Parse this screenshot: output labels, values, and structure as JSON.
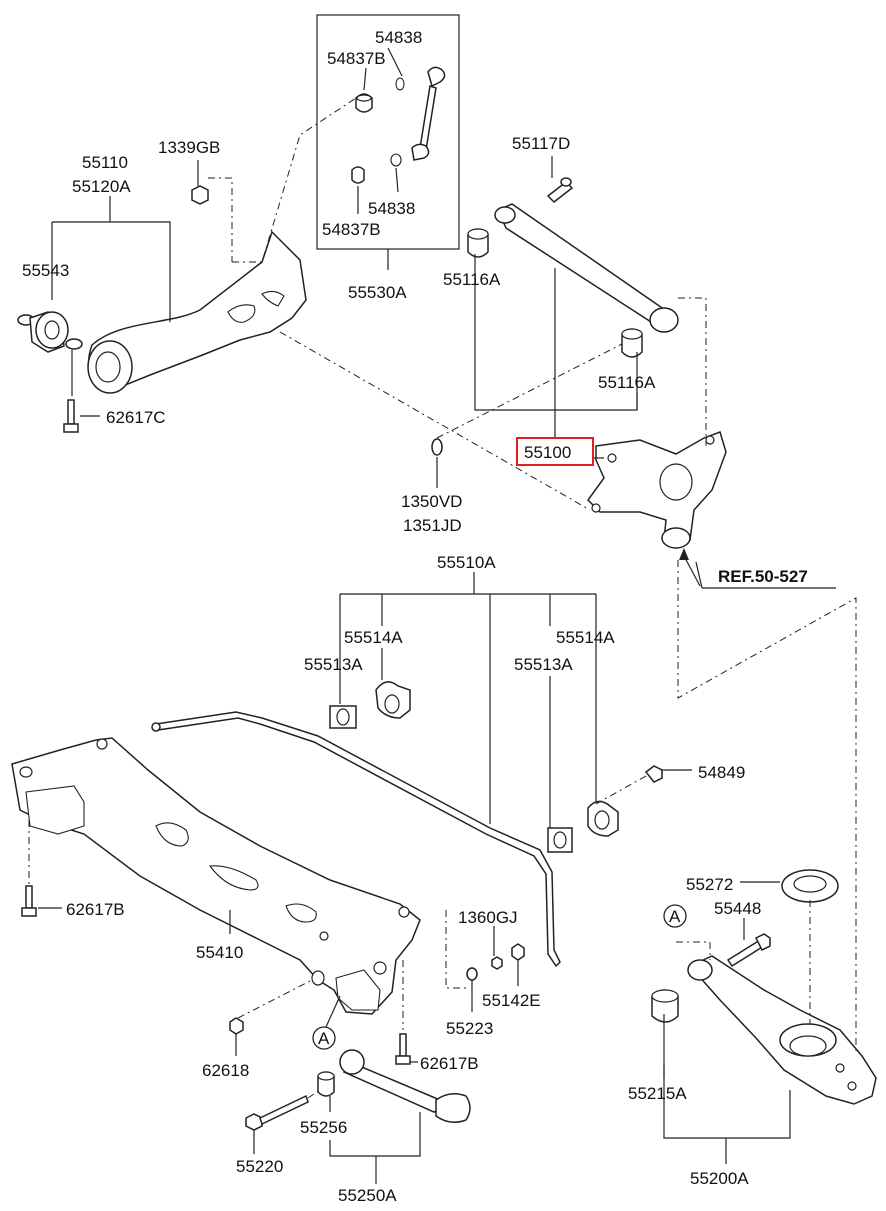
{
  "callouts": {
    "c54838a": "54838",
    "c54837Ba": "54837B",
    "c1339GB": "1339GB",
    "c55110": "55110",
    "c55120A": "55120A",
    "c55117D": "55117D",
    "c54838b": "54838",
    "c54837Bb": "54837B",
    "c55543": "55543",
    "c55116Aa": "55116A",
    "c55530A": "55530A",
    "c55116Ab": "55116A",
    "c62617C": "62617C",
    "c55100": "55100",
    "c1350VD": "1350VD",
    "c1351JD": "1351JD",
    "cREF": "REF.50-527",
    "c55510A": "55510A",
    "c55514Aa": "55514A",
    "c55514Ab": "55514A",
    "c55513Aa": "55513A",
    "c55513Ab": "55513A",
    "c54849": "54849",
    "c55272": "55272",
    "c62617Ba": "62617B",
    "c55448": "55448",
    "c1360GJ": "1360GJ",
    "c55410": "55410",
    "c55142E": "55142E",
    "c55223": "55223",
    "c62618": "62618",
    "c62617Bb": "62617B",
    "c55215A": "55215A",
    "c55256": "55256",
    "c55220": "55220",
    "c55200A": "55200A",
    "c55250A": "55250A",
    "markerA1": "A",
    "markerA2": "A"
  },
  "highlight_color": "#e02020",
  "line_color": "#222222"
}
